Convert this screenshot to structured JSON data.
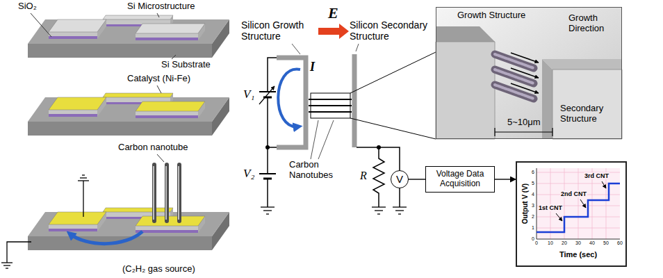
{
  "diagram": {
    "nodes": [
      {
        "text": [
          "Growth Structure",
          "Growth Direction",
          "Secondary Structure",
          "5~10μm"
        ]
      },
      {
        "text": [
          "V"
        ]
      },
      {
        "text": [
          "Voltage Data Acquisition"
        ]
      },
      {
        "text": [
          "Output V (V)",
          "Time (sec)",
          "1st CNT",
          "2nd CNT",
          "3rd CNT",
          "0",
          "1",
          "2",
          "3",
          "4",
          "5",
          "6",
          "0",
          "10",
          "20",
          "30",
          "40",
          "50",
          "60"
        ]
      }
    ],
    "edges": [
      {
        "from": 1,
        "to": 2,
        "arrow": "none"
      },
      {
        "from": 2,
        "to": 3,
        "arrow": "to"
      }
    ],
    "labels": [
      "SiO₂",
      "Si Microstructure",
      "Si Substrate",
      "Catalyst (Ni-Fe)",
      "Carbon nanotube",
      "(C₂H₂ gas source)",
      "Silicon Growth Structure",
      "E",
      "Silicon Secondary Structure",
      "I",
      "V₁",
      "V₂",
      "Carbon Nanotubes",
      "R"
    ]
  }
}
